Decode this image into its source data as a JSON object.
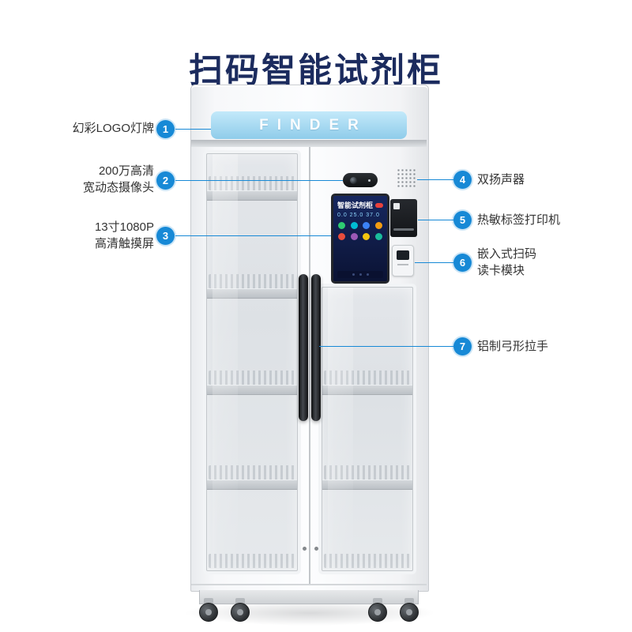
{
  "page": {
    "title": "扫码智能试剂柜"
  },
  "colors": {
    "accent": "#1789d6",
    "title": "#1b2b5e",
    "logo_band": "#9fd4ee"
  },
  "cabinet": {
    "brand": "FINDER",
    "screen": {
      "title": "智能试剂柜",
      "stats": "0.0   25.0   37.0",
      "app_icon_colors": [
        "#2ecc71",
        "#00bcd4",
        "#3b82f6",
        "#f39c12",
        "#e74c3c",
        "#9b59b6",
        "#f1c40f",
        "#1abc9c"
      ]
    }
  },
  "callouts": [
    {
      "number": "1",
      "label": "幻彩LOGO灯牌"
    },
    {
      "number": "2",
      "label": "200万高清\n宽动态摄像头"
    },
    {
      "number": "3",
      "label": "13寸1080P\n高清触摸屏"
    },
    {
      "number": "4",
      "label": "双扬声器"
    },
    {
      "number": "5",
      "label": "热敏标签打印机"
    },
    {
      "number": "6",
      "label": "嵌入式扫码\n读卡模块"
    },
    {
      "number": "7",
      "label": "铝制弓形拉手"
    }
  ]
}
